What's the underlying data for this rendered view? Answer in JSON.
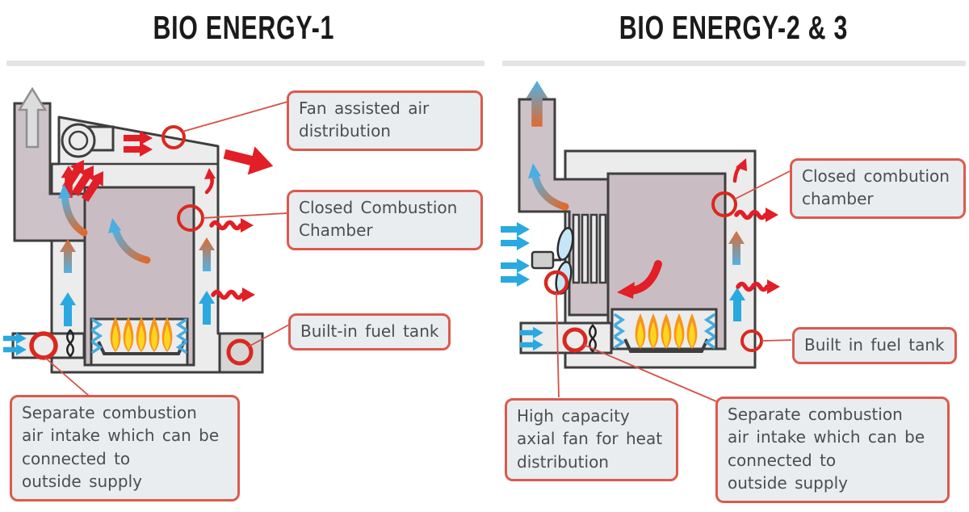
{
  "panels": [
    {
      "title": "BIO ENERGY-1",
      "callouts": [
        {
          "id": "fan-assisted",
          "label": "Fan assisted air\ndistribution"
        },
        {
          "id": "closed-combustion-chamber",
          "label": "Closed Combustion\nChamber"
        },
        {
          "id": "built-in-fuel-tank",
          "label": "Built-in fuel tank"
        },
        {
          "id": "separate-air-intake",
          "label": "Separate combustion\nair intake which can be\nconnected to\noutside supply"
        }
      ]
    },
    {
      "title": "BIO ENERGY-2 & 3",
      "callouts": [
        {
          "id": "closed-combustion-chamber",
          "label": "Closed combution\nchamber"
        },
        {
          "id": "built-in-fuel-tank",
          "label": "Built in fuel tank"
        },
        {
          "id": "axial-fan",
          "label": "High capacity\naxial fan for heat\ndistribution"
        },
        {
          "id": "separate-air-intake",
          "label": "Separate combustion\nair intake which can be\nconnected to\noutside supply"
        }
      ]
    }
  ],
  "icons": {
    "exhaust": "up-arrow-icon",
    "blower": "centrifugal-fan-icon",
    "axial_fan": "axial-fan-propeller-icon",
    "flame": "flame-icon",
    "heat_out": "wavy-arrow-icon",
    "airflow": "straight-arrow-icon",
    "valve": "butterfly-valve-icon",
    "marker": "circle-marker-icon"
  },
  "colors": {
    "title_color": "#1a1a1a",
    "divider": "#e4e4e4",
    "callout_bg": "#e9edf0",
    "callout_border": "#db5a4d",
    "text_color": "#4d4d4d",
    "marker_red": "#d9291f",
    "arrow_red": "#e21e26",
    "arrow_blue": "#29a9e0",
    "arrow_orange": "#df6a2e",
    "flame_yellow": "#ffd51e",
    "flame_orange": "#f7941d",
    "body_gray": "#ececec",
    "chamber_mauve": "#c9bdc3",
    "outline": "#3e3e3e"
  }
}
